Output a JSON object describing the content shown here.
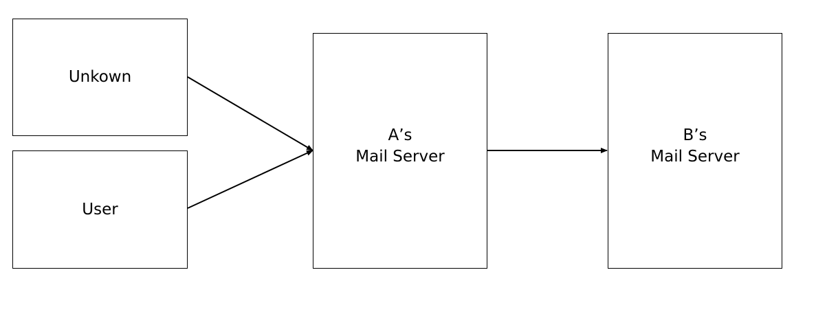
{
  "nodes": {
    "unknown": {
      "label": "Unkown"
    },
    "user": {
      "label": "User"
    },
    "a_server": {
      "line1": "A’s",
      "line2": "Mail Server"
    },
    "b_server": {
      "line1": "B’s",
      "line2": "Mail Server"
    }
  },
  "edges": [
    {
      "from": "unknown",
      "to": "a_server"
    },
    {
      "from": "user",
      "to": "a_server"
    },
    {
      "from": "a_server",
      "to": "b_server"
    }
  ],
  "colors": {
    "stroke": "#000000",
    "background": "#ffffff"
  }
}
